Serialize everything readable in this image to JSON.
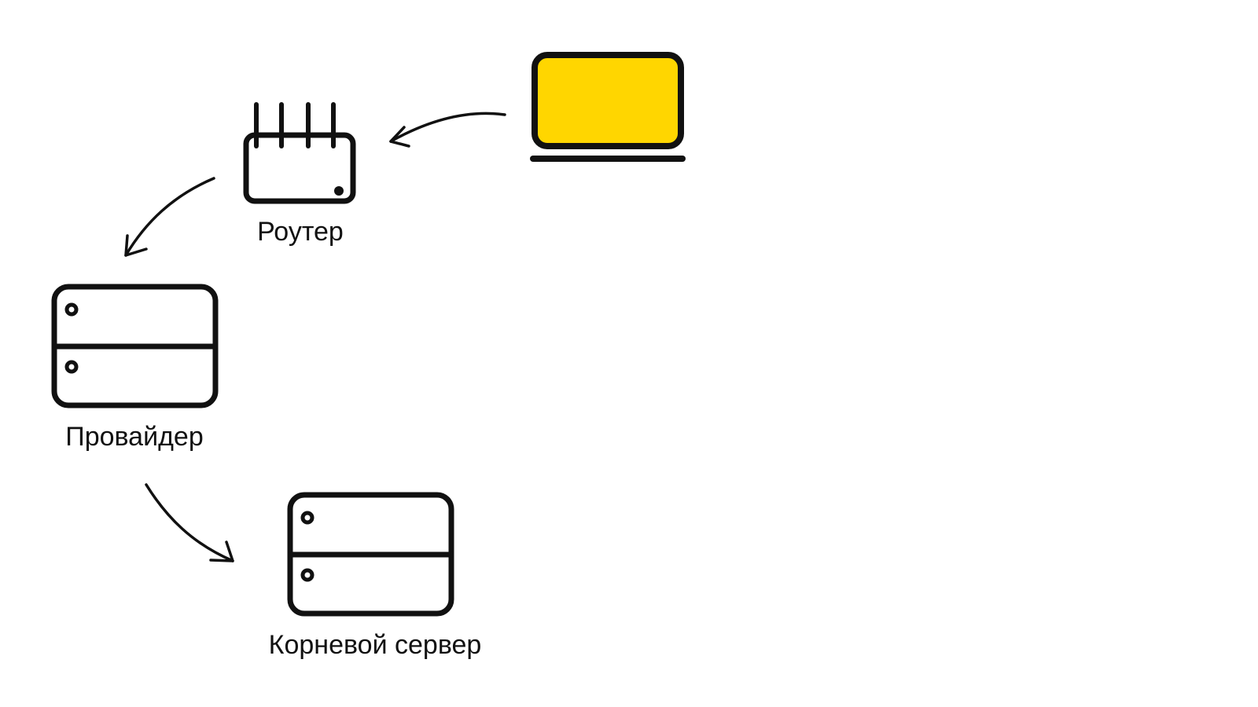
{
  "colors": {
    "stroke": "#111111",
    "laptop_screen": "#FFD600",
    "background": "#FFFFFF"
  },
  "nodes": {
    "laptop": {
      "icon": "laptop-icon"
    },
    "router": {
      "label": "Роутер",
      "icon": "router-icon"
    },
    "provider": {
      "label": "Провайдер",
      "icon": "server-icon"
    },
    "root_server": {
      "label": "Корневой сервер",
      "icon": "server-icon"
    }
  },
  "edges": [
    {
      "from": "laptop",
      "to": "router"
    },
    {
      "from": "router",
      "to": "provider"
    },
    {
      "from": "provider",
      "to": "root_server"
    }
  ]
}
